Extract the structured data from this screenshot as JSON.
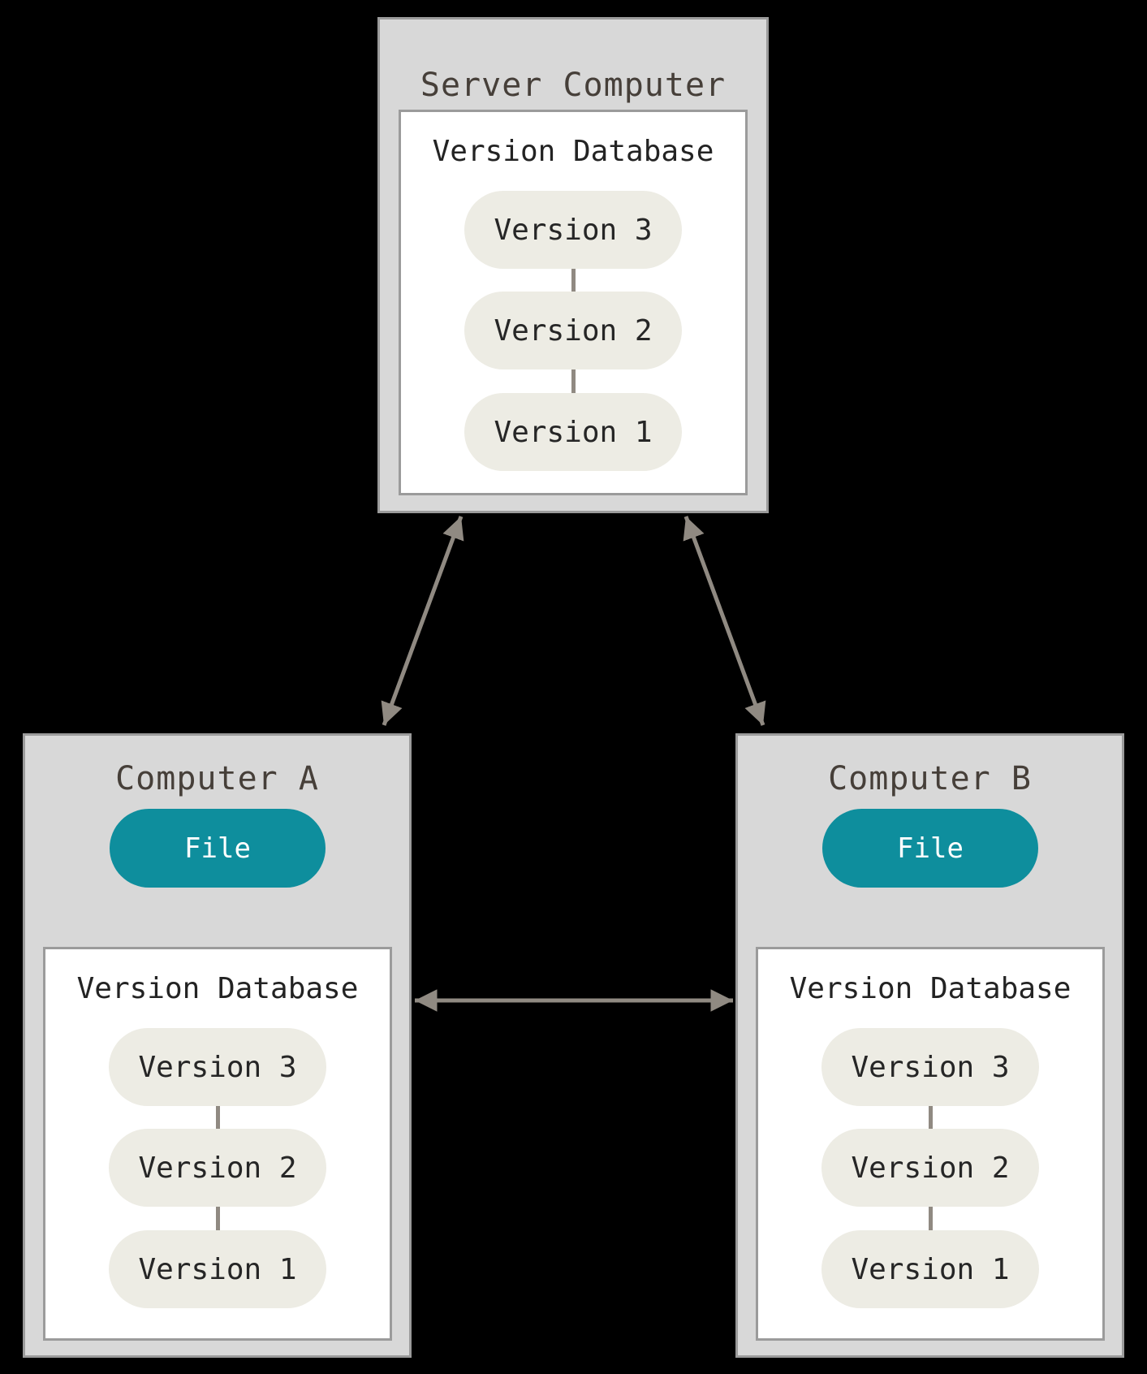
{
  "server": {
    "title": "Server Computer",
    "database_label": "Version Database",
    "versions": [
      "Version 3",
      "Version 2",
      "Version 1"
    ]
  },
  "computer_a": {
    "title": "Computer A",
    "file_label": "File",
    "database_label": "Version Database",
    "versions": [
      "Version 3",
      "Version 2",
      "Version 1"
    ]
  },
  "computer_b": {
    "title": "Computer B",
    "file_label": "File",
    "database_label": "Version Database",
    "versions": [
      "Version 3",
      "Version 2",
      "Version 1"
    ]
  },
  "colors": {
    "background": "#000000",
    "box_fill": "#D8D8D8",
    "box_border": "#9B9B9B",
    "inner_fill": "#FFFFFF",
    "inner_border": "#9B9B9B",
    "pill_fill": "#EDECE4",
    "pill_text": "#262626",
    "file_fill": "#0E8E9D",
    "file_text": "#FFFFFF",
    "arrow": "#908A82",
    "title_text": "#463F39",
    "label_text": "#232323"
  }
}
